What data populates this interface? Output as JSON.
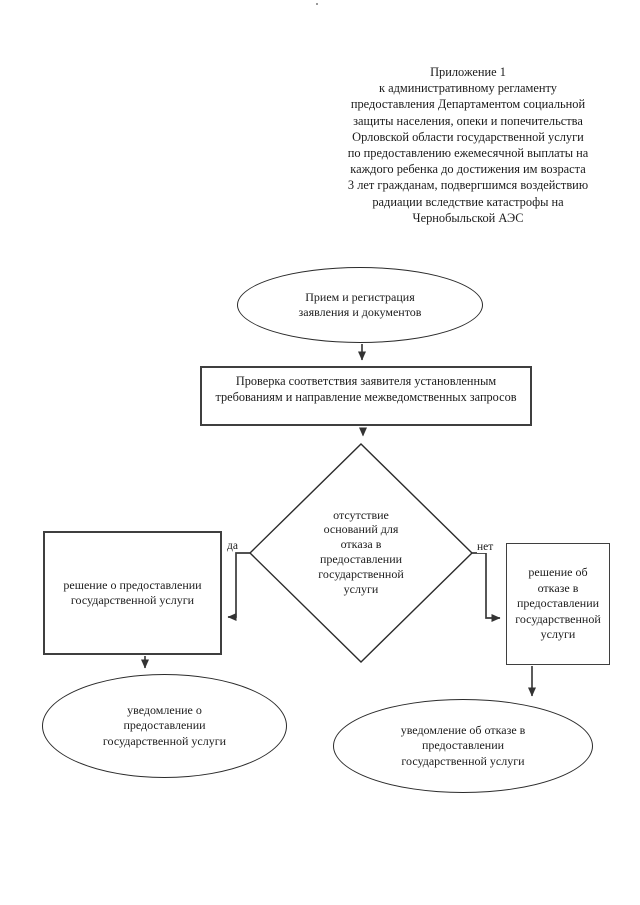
{
  "page": {
    "header_note": "Приложение 1\nк административному регламенту\nпредоставления Департаментом социальной\nзащиты населения, опеки и попечительства\nОрловской области государственной услуги\nпо предоставлению ежемесячной выплаты на\nкаждого ребенка до достижения им возраста\n3 лет гражданам, подвергшимся воздействию\nрадиации вследствие катастрофы на\nЧернобыльской АЭС"
  },
  "flowchart": {
    "start": {
      "text": "Прием и регистрация\nзаявления и документов"
    },
    "check": {
      "text": "Проверка соответствия заявителя установленным\nтребованиям и направление межведомственных запросов"
    },
    "decision": {
      "text": "отсутствие\nоснований для\nотказа в\nпредоставлении\nгосударственной\nуслуги"
    },
    "yes_label": "да",
    "no_label": "нет",
    "approve": {
      "text": "решение о предоставлении\nгосударственной услуги"
    },
    "deny": {
      "text": "решение об\nотказе в\nпредоставлении\nгосударственной\nуслуги"
    },
    "notify_approve": {
      "text": "уведомление о\nпредоставлении\nгосударственной услуги"
    },
    "notify_deny": {
      "text": "уведомление об отказе в\nпредоставлении\nгосударственной услуги"
    }
  },
  "colors": {
    "background": "#ffffff",
    "ink": "#1b1b1b",
    "line": "#333333"
  }
}
